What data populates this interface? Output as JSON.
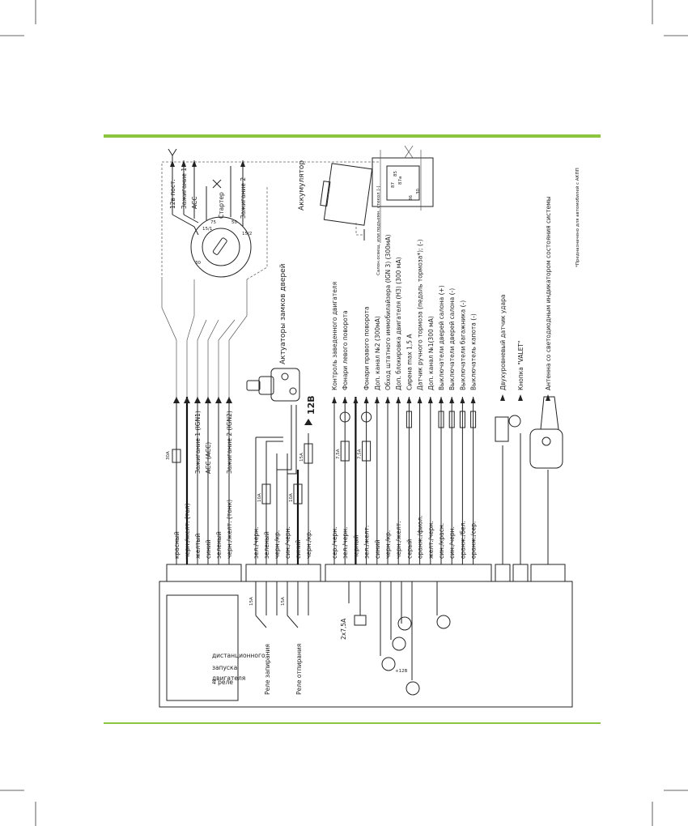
{
  "colors": {
    "accent": "#8cc63f",
    "ink": "#222222"
  },
  "top_connector": {
    "wires": [
      "красный",
      "черн./желт. (тол)",
      "желтый",
      "синий",
      "зеленый",
      "черн./желт. (тонк)"
    ],
    "fuse": "30А",
    "destinations": [
      "Зажигание 1 (IGN1)",
      "ACC (ACC)",
      "Зажигание 2 (IGN2)"
    ]
  },
  "ignition_switch": {
    "outputs": [
      "12в пост.",
      "Зажигание 1",
      "ACC",
      "Стартер",
      "Зажигание 2"
    ],
    "pins": [
      "30",
      "15/1",
      "75",
      "50",
      "15/2"
    ]
  },
  "battery": {
    "label": "Аккумулятор"
  },
  "relay": {
    "pins": [
      "87",
      "87a",
      "85",
      "86",
      "30"
    ]
  },
  "door_connector": {
    "wires": [
      "зел./черн.",
      "зеленый",
      "черн./кр.",
      "син./черн.",
      "синий",
      "черн./кр."
    ],
    "fuses": [
      "10A",
      "10A",
      "15A"
    ],
    "actuator_label": "Актуаторы замков дверей",
    "voltage": "12В"
  },
  "main_connector": {
    "wires": [
      {
        "color": "сер./черн.",
        "function": "Контроль заведенного двигателя"
      },
      {
        "color": "зел./черн.",
        "function": "Фонари левого поворота"
      },
      {
        "color": "черный",
        "function": ""
      },
      {
        "color": "зел./желт.",
        "function": "Фонари правого поворота"
      },
      {
        "color": "синий",
        "function": "Доп. канал №2 (300мА)"
      },
      {
        "color": "черн./кр.",
        "function": "Обход штатного иммобилайзера (IGN 3) (300мА)"
      },
      {
        "color": "черн./желт.",
        "function": "Доп. блокировка двигателя (НЗ) (300 мА)"
      },
      {
        "color": "серый",
        "function": "Сирена max 1,5 А"
      },
      {
        "color": "оранж./фиол.",
        "function": "Датчик ручного тормоза (педаль тормоза*); (-)"
      },
      {
        "color": "желт./черн.",
        "function": "Доп. канал №1(300 мА)"
      },
      {
        "color": "син./красн.",
        "function": "Выключатели дверей салона (+)"
      },
      {
        "color": "син./черн.",
        "function": "Выключатели дверей салона (-)"
      },
      {
        "color": "оранж./бел.",
        "function": "Выключатели багажника (-)"
      },
      {
        "color": "оранж./сер.",
        "function": "Выключатель капота (-)"
      }
    ],
    "fuses": [
      "7,5A",
      "7,5A"
    ],
    "window_note": "Салон.освещ. или подъемн. стекол (-)"
  },
  "sensors": [
    "Двухуровневый датчик удара",
    "Кнопка \"VALET\"",
    "Антенна со светодиодным индикатором состояния системы"
  ],
  "footnote": "*Предназначено для автомобилей с АКПП",
  "control_unit": {
    "remote_relays": [
      "4 реле",
      "дистанционного",
      "запуска",
      "двигателя"
    ],
    "lock_relay": "Реле запирания",
    "unlock_relay": "Реле отпирания",
    "fuse_lock": "15А",
    "fuse_unlock": "15А",
    "fuse_dual": "2х7,5А",
    "plus12": "+12В"
  }
}
